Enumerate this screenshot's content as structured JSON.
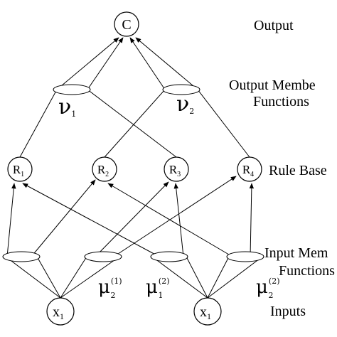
{
  "nodes": {
    "output": "C",
    "rules": [
      {
        "base": "R",
        "sub": "1"
      },
      {
        "base": "R",
        "sub": "2"
      },
      {
        "base": "R",
        "sub": "3"
      },
      {
        "base": "R",
        "sub": "4"
      }
    ],
    "inputs": [
      {
        "base": "x",
        "sub": "1"
      },
      {
        "base": "x",
        "sub": "1"
      }
    ]
  },
  "membership_labels": {
    "output": [
      {
        "symbol": "ν",
        "sub": "1"
      },
      {
        "symbol": "ν",
        "sub": "2"
      }
    ],
    "input": [
      {
        "symbol": "μ",
        "sub": "2",
        "sup": "(1)"
      },
      {
        "symbol": "μ",
        "sub": "1",
        "sup": "(2)"
      },
      {
        "symbol": "μ",
        "sub": "2",
        "sup": "(2)"
      }
    ]
  },
  "layer_labels": {
    "output": "Output",
    "output_membership_line1": "Output Membe",
    "output_membership_line2": "Functions",
    "rule_base": "Rule Base",
    "input_membership_line1": "Input Mem",
    "input_membership_line2": "Functions",
    "inputs": "Inputs"
  }
}
